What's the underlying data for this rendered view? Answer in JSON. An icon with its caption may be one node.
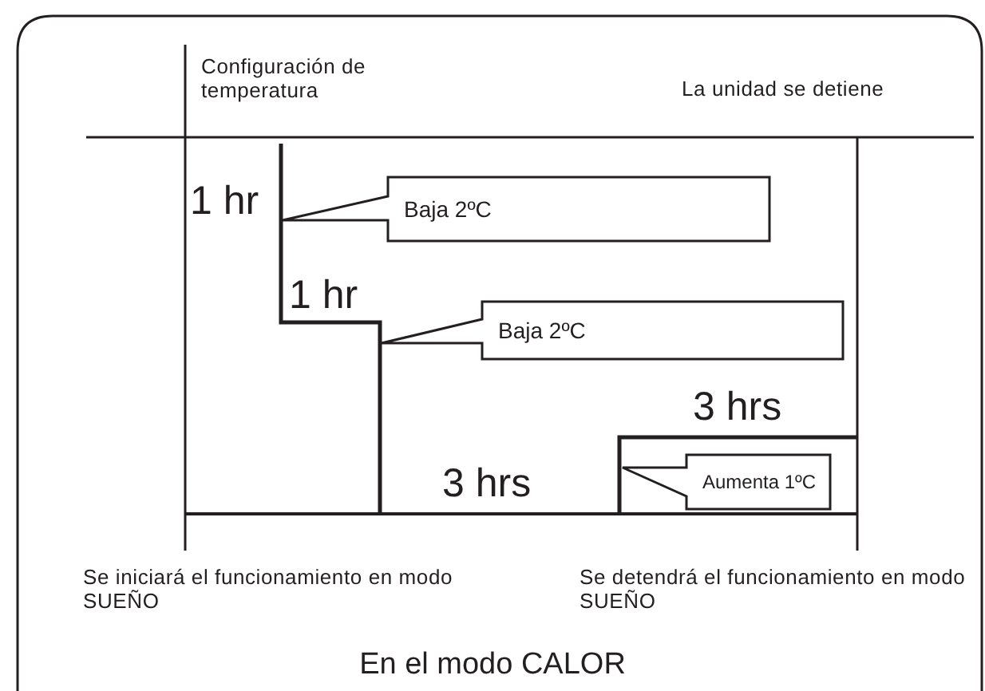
{
  "diagram": {
    "caption": "En el modo CALOR",
    "nodes": [
      {
        "text": [
          "Baja 2ºC"
        ]
      },
      {
        "text": [
          "Baja 2ºC"
        ]
      },
      {
        "text": [
          "Aumenta 1ºC"
        ]
      }
    ],
    "labels": [
      "Configuración de temperatura",
      "La unidad se detiene",
      "1 hr",
      "1 hr",
      "3 hrs",
      "3 hrs",
      "Se iniciará el funcionamiento en modo SUEÑO",
      "Se detendrá el funcionamiento en modo SUEÑO"
    ]
  }
}
